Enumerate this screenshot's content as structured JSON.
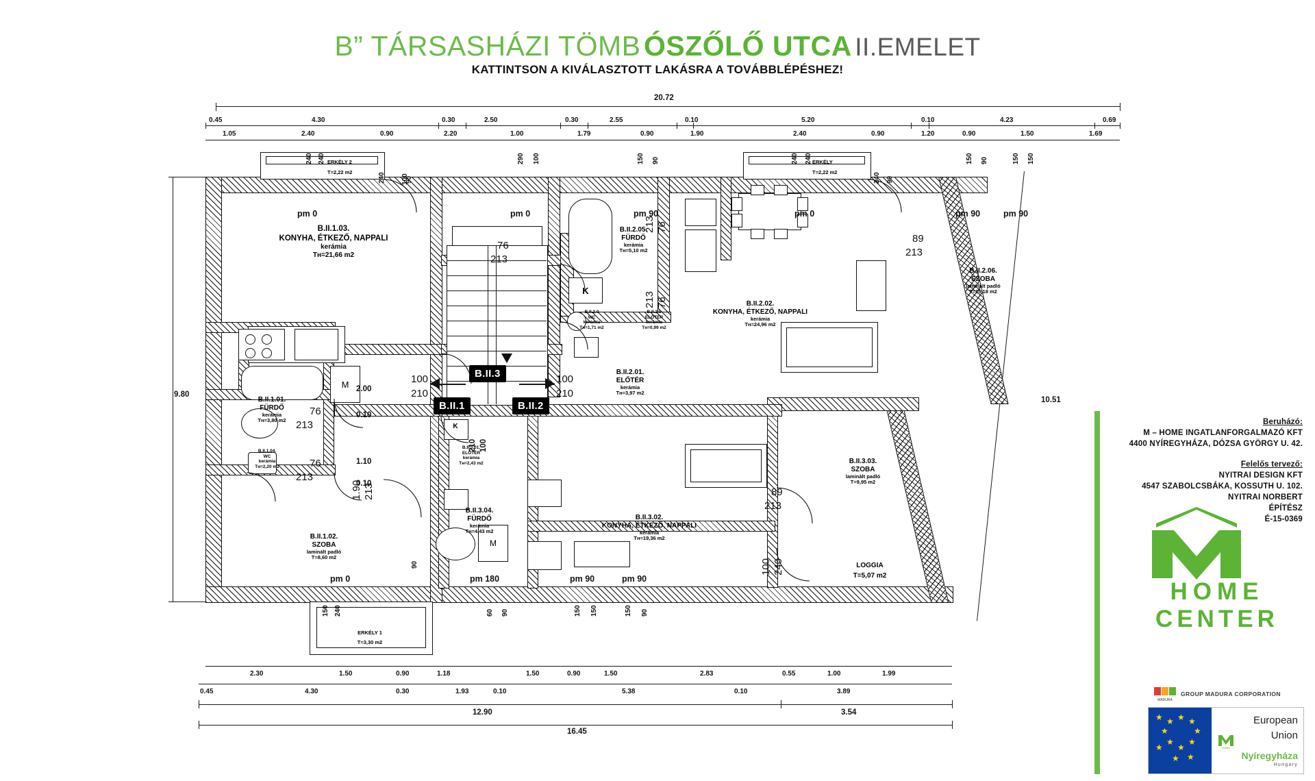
{
  "header": {
    "title_light": "B” TÁRSASHÁZI TÖMB",
    "title_bold": "ÓSZŐLŐ UTCA",
    "title_floor": "II.EMELET",
    "subtitle": "KATTINTSON A KIVÁLASZTOTT LAKÁSRA A TOVÁBBLÉPÉSHEZ!"
  },
  "brand": {
    "accent_green": "#6cbb4a",
    "dark": "#111111"
  },
  "apartment_tags": [
    {
      "label": "B.II.1"
    },
    {
      "label": "B.II.2"
    },
    {
      "label": "B.II.3"
    }
  ],
  "rooms": [
    {
      "code": "B.II.1.03.",
      "name": "KONYHA, ÉTKEZŐ, NAPPALI",
      "floor": "kerámia",
      "area": "Tʜ=21,66 m2"
    },
    {
      "code": "B.II.1.01.",
      "name": "FÜRDŐ",
      "floor": "kerámia",
      "area": "Tʜ=3,80 m2"
    },
    {
      "code": "B.II.1.04.",
      "name": "WC",
      "floor": "kerámia",
      "area": "Tʜ=2,20 m2"
    },
    {
      "code": "B.II.1.02.",
      "name": "SZOBA",
      "floor": "laminált padló",
      "area": "T=8,60 m2"
    },
    {
      "code": "B.II.2.05.",
      "name": "FÜRDŐ",
      "floor": "kerámia",
      "area": "Tʜ=5,10 m2"
    },
    {
      "code": "B.II.2.0",
      "name": "WC",
      "floor": "kerámia",
      "area": "Tʜ=1,71 m2"
    },
    {
      "code": "B.II.2.0",
      "name": "ELŐTÉR",
      "floor": "kerámia",
      "area": "Tʜ=0,99 m2"
    },
    {
      "code": "B.II.2.01.",
      "name": "ELŐTÉR",
      "floor": "kerámia",
      "area": "Tʜ=3,97 m2"
    },
    {
      "code": "B.II.2.02.",
      "name": "KONYHA, ÉTKEZŐ, NAPPALI",
      "floor": "kerámia",
      "area": "Tʜ=24,96 m2"
    },
    {
      "code": "B.II.2.06.",
      "name": "SZOBA",
      "floor": "laminált padló",
      "area": "T=15,18 m2"
    },
    {
      "code": "B.II.3.01.",
      "name": "ELŐTÉR",
      "floor": "kerámia",
      "area": "Tʜ=2,43 m2"
    },
    {
      "code": "B.II.3.04.",
      "name": "FÜRDŐ",
      "floor": "kerámia",
      "area": "Tʜ=4,43 m2"
    },
    {
      "code": "B.II.3.02.",
      "name": "KONYHA, ÉTKEZŐ, NAPPALI",
      "floor": "kerámia",
      "area": "Tʜ=19,36 m2"
    },
    {
      "code": "B.II.3.03.",
      "name": "SZOBA",
      "floor": "laminált padló",
      "area": "T=9,95 m2"
    }
  ],
  "balconies": [
    {
      "name": "ERKÉLY 2",
      "area": "T=2,22 m2"
    },
    {
      "name": "ERKÉLY",
      "area": "T=2,22 m2"
    },
    {
      "name": "ERKÉLY 1",
      "area": "T=3,30 m2"
    },
    {
      "name": "LOGGIA",
      "area": "T=5,07 m2"
    }
  ],
  "dimensions": {
    "overall_top": "20.72",
    "overall_left": "9.80",
    "overall_right": "10.51",
    "bottom_1": "12.90",
    "bottom_2": "3.54",
    "bottom_total": "16.45",
    "top_row1": [
      "0.45",
      "4.30",
      "0.30",
      "2.50",
      "0.30",
      "2.55",
      "0.10",
      "5.20",
      "0.10",
      "4.23",
      "0.69"
    ],
    "top_row2": [
      "1.05",
      "2.40",
      "0.90",
      "2.20",
      "1.00",
      "1.79",
      "0.90",
      "1.90",
      "2.40",
      "0.90",
      "1.20",
      "0.90",
      "1.50",
      "1.69"
    ],
    "bottom_row1": [
      "2.30",
      "1.50",
      "0.90",
      "1.18",
      "1.50",
      "0.90",
      "1.50",
      "2.83",
      "0.55",
      "1.00",
      "1.99"
    ],
    "bottom_row2": [
      "0.45",
      "4.30",
      "0.30",
      "1.93",
      "0.10",
      "5.38",
      "0.10",
      "3.89"
    ],
    "inner_right": [
      "2.00",
      "0.10",
      "1.10",
      "0.10"
    ],
    "window_tags_top": [
      "240",
      "240",
      "240",
      "90",
      "290",
      "100",
      "150",
      "90",
      "240",
      "240",
      "240",
      "90",
      "150",
      "90",
      "150",
      "150"
    ],
    "window_tags_bottom": [
      "240",
      "150",
      "90",
      "60",
      "90",
      "150",
      "150",
      "150",
      "90",
      "240",
      "100",
      "240",
      "90",
      "240"
    ],
    "door_pairs": [
      {
        "w": "76",
        "h": "213"
      },
      {
        "w": "89",
        "h": "213"
      },
      {
        "w": "100",
        "h": "210"
      }
    ]
  },
  "markers": {
    "pm0": "pm 0",
    "pm90": "pm 90",
    "pm180": "pm 180",
    "kitchen_glyph": "K",
    "washer_glyph": "M"
  },
  "info_panel": {
    "developer_label": "Beruházó:",
    "developer_name": "M – HOME INGATLANFORGALMAZÓ KFT",
    "developer_addr": "4400 NYÍREGYHÁZA, DÓZSA GYÖRGY U. 42.",
    "designer_label": "Felelős tervező:",
    "designer_name": "NYITRAI DESIGN KFT",
    "designer_addr": "4547 SZABOLCSBÁKA, KOSSUTH U. 102.",
    "architect_name": "NYITRAI NORBERT",
    "architect_role": "ÉPÍTÉSZ",
    "architect_id": "É-15-0369"
  },
  "logo": {
    "letter": "M",
    "line1": "HOME",
    "line2": "CENTER",
    "madura": "GROUP MADURA CORPORATION",
    "madura_mark": "MADURA"
  },
  "eu_badge": {
    "line1": "European",
    "line2": "Union",
    "line3": "Nyíregyháza",
    "line4": "Hungary"
  }
}
